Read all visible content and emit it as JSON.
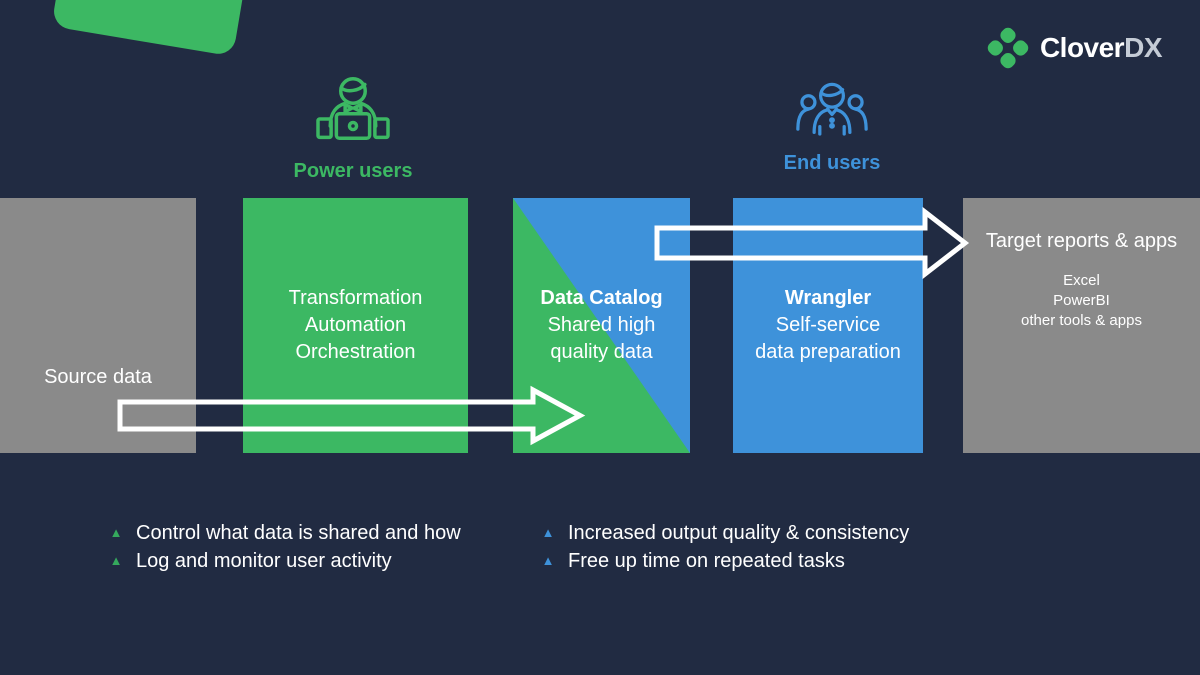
{
  "logo": {
    "brand_primary": "Clover",
    "brand_secondary": "DX"
  },
  "personas": {
    "power": {
      "label": "Power users"
    },
    "end": {
      "label": "End users"
    }
  },
  "pipeline": {
    "source": {
      "title": "Source data"
    },
    "transformation": {
      "lines": [
        "Transformation",
        "Automation",
        "Orchestration"
      ]
    },
    "catalog": {
      "title": "Data Catalog",
      "lines": [
        "Shared high",
        "quality data"
      ]
    },
    "wrangler": {
      "title": "Wrangler",
      "lines": [
        "Self-service",
        "data preparation"
      ]
    },
    "target": {
      "title": "Target reports & apps",
      "lines": [
        "Excel",
        "PowerBI",
        "other tools & apps"
      ]
    }
  },
  "benefits": {
    "marker": "▲",
    "power_users": [
      "Control what data is shared and how",
      "Log and monitor user activity"
    ],
    "end_users": [
      "Increased output quality & consistency",
      "Free up time on repeated tasks"
    ]
  },
  "colors": {
    "background": "#212B42",
    "green": "#3CB863",
    "blue": "#3E92DA",
    "gray": "#8A8A8A",
    "white": "#FFFFFF",
    "logo_dx_text": "#C4CBD5"
  }
}
